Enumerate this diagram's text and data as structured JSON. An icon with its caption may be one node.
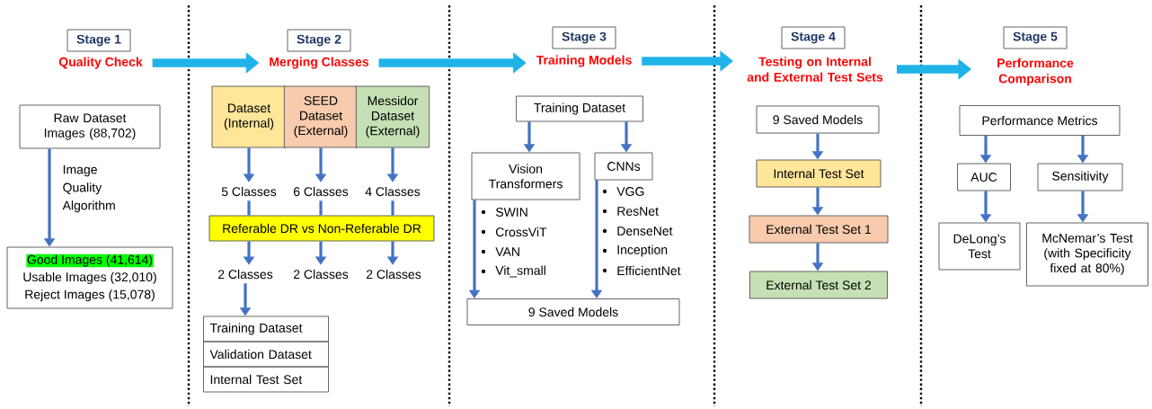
{
  "diagram": {
    "nodes": [
      {
        "text": [
          "Stage 1"
        ]
      },
      {
        "text": [
          "Quality Check"
        ]
      },
      {
        "text": [
          "Raw Dataset Images (88,702)"
        ]
      },
      {
        "text": [
          "Good Images (41,614)",
          "Usable Images (32,010)",
          "Reject Images (15,078)"
        ]
      },
      {
        "text": [
          "Stage 2"
        ]
      },
      {
        "text": [
          "Merging Classes"
        ]
      },
      {
        "text": [
          "Dataset (Internal)"
        ]
      },
      {
        "text": [
          "SEED Dataset (External)"
        ]
      },
      {
        "text": [
          "Messidor Dataset (External)"
        ]
      },
      {
        "text": [
          "5 Classes"
        ]
      },
      {
        "text": [
          "6 Classes"
        ]
      },
      {
        "text": [
          "4 Classes"
        ]
      },
      {
        "text": [
          "Referable DR vs Non-Referable DR"
        ]
      },
      {
        "text": [
          "2 Classes"
        ]
      },
      {
        "text": [
          "2 Classes"
        ]
      },
      {
        "text": [
          "2 Classes"
        ]
      },
      {
        "text": [
          "Training Dataset"
        ]
      },
      {
        "text": [
          "Validation Dataset"
        ]
      },
      {
        "text": [
          "Internal Test Set"
        ]
      },
      {
        "text": [
          "Stage 3"
        ]
      },
      {
        "text": [
          "Training Models"
        ]
      },
      {
        "text": [
          "Training Dataset"
        ]
      },
      {
        "text": [
          "Vision Transformers"
        ],
        "beside": [
          "SWIN",
          "CrossViT",
          "VAN",
          "Vit_small"
        ]
      },
      {
        "text": [
          "CNNs"
        ],
        "beside": [
          "VGG",
          "ResNet",
          "DenseNet",
          "Inception",
          "EfficientNet"
        ]
      },
      {
        "text": [
          "9 Saved Models"
        ]
      },
      {
        "text": [
          "Stage 4"
        ]
      },
      {
        "text": [
          "Testing on Internal and External Test Sets"
        ]
      },
      {
        "text": [
          "9 Saved Models"
        ]
      },
      {
        "text": [
          "Internal Test Set"
        ]
      },
      {
        "text": [
          "External Test Set 1"
        ]
      },
      {
        "text": [
          "External Test Set 2"
        ]
      },
      {
        "text": [
          "Stage 5"
        ]
      },
      {
        "text": [
          "Performance Comparison"
        ]
      },
      {
        "text": [
          "Performance Metrics"
        ]
      },
      {
        "text": [
          "AUC"
        ]
      },
      {
        "text": [
          "Sensitivity"
        ]
      },
      {
        "text": [
          "DeLong’s Test"
        ]
      },
      {
        "text": [
          "McNemar’s Test (with Specificity fixed at 80%)"
        ]
      }
    ],
    "edges": [
      {
        "from": 2,
        "to": 3,
        "arrow": "to",
        "label": "Image Quality Algorithm"
      },
      {
        "from": 6,
        "to": 9,
        "arrow": "to"
      },
      {
        "from": 7,
        "to": 10,
        "arrow": "to"
      },
      {
        "from": 8,
        "to": 11,
        "arrow": "to"
      },
      {
        "from": 9,
        "to": 12,
        "arrow": "none"
      },
      {
        "from": 10,
        "to": 12,
        "arrow": "none"
      },
      {
        "from": 11,
        "to": 12,
        "arrow": "none"
      },
      {
        "from": 12,
        "to": 13,
        "arrow": "to"
      },
      {
        "from": 12,
        "to": 14,
        "arrow": "to"
      },
      {
        "from": 12,
        "to": 15,
        "arrow": "to"
      },
      {
        "from": 13,
        "to": 16,
        "arrow": "to"
      },
      {
        "from": 21,
        "to": 22,
        "arrow": "to"
      },
      {
        "from": 21,
        "to": 23,
        "arrow": "to"
      },
      {
        "from": 22,
        "to": 24,
        "arrow": "to"
      },
      {
        "from": 23,
        "to": 24,
        "arrow": "to"
      },
      {
        "from": 27,
        "to": 28,
        "arrow": "to"
      },
      {
        "from": 28,
        "to": 29,
        "arrow": "to"
      },
      {
        "from": 29,
        "to": 30,
        "arrow": "to"
      },
      {
        "from": 33,
        "to": 34,
        "arrow": "to"
      },
      {
        "from": 33,
        "to": 35,
        "arrow": "to"
      },
      {
        "from": 34,
        "to": 36,
        "arrow": "to"
      },
      {
        "from": 35,
        "to": 37,
        "arrow": "to"
      },
      {
        "from": 1,
        "to": 5,
        "arrow": "to",
        "style": "thick",
        "color": "#1fb3e8"
      },
      {
        "from": 5,
        "to": 20,
        "arrow": "to",
        "style": "thick",
        "color": "#1fb3e8"
      },
      {
        "from": 20,
        "to": 26,
        "arrow": "to",
        "style": "thick",
        "color": "#1fb3e8"
      },
      {
        "from": 26,
        "to": 32,
        "arrow": "to",
        "style": "thick",
        "color": "#1fb3e8"
      }
    ]
  }
}
